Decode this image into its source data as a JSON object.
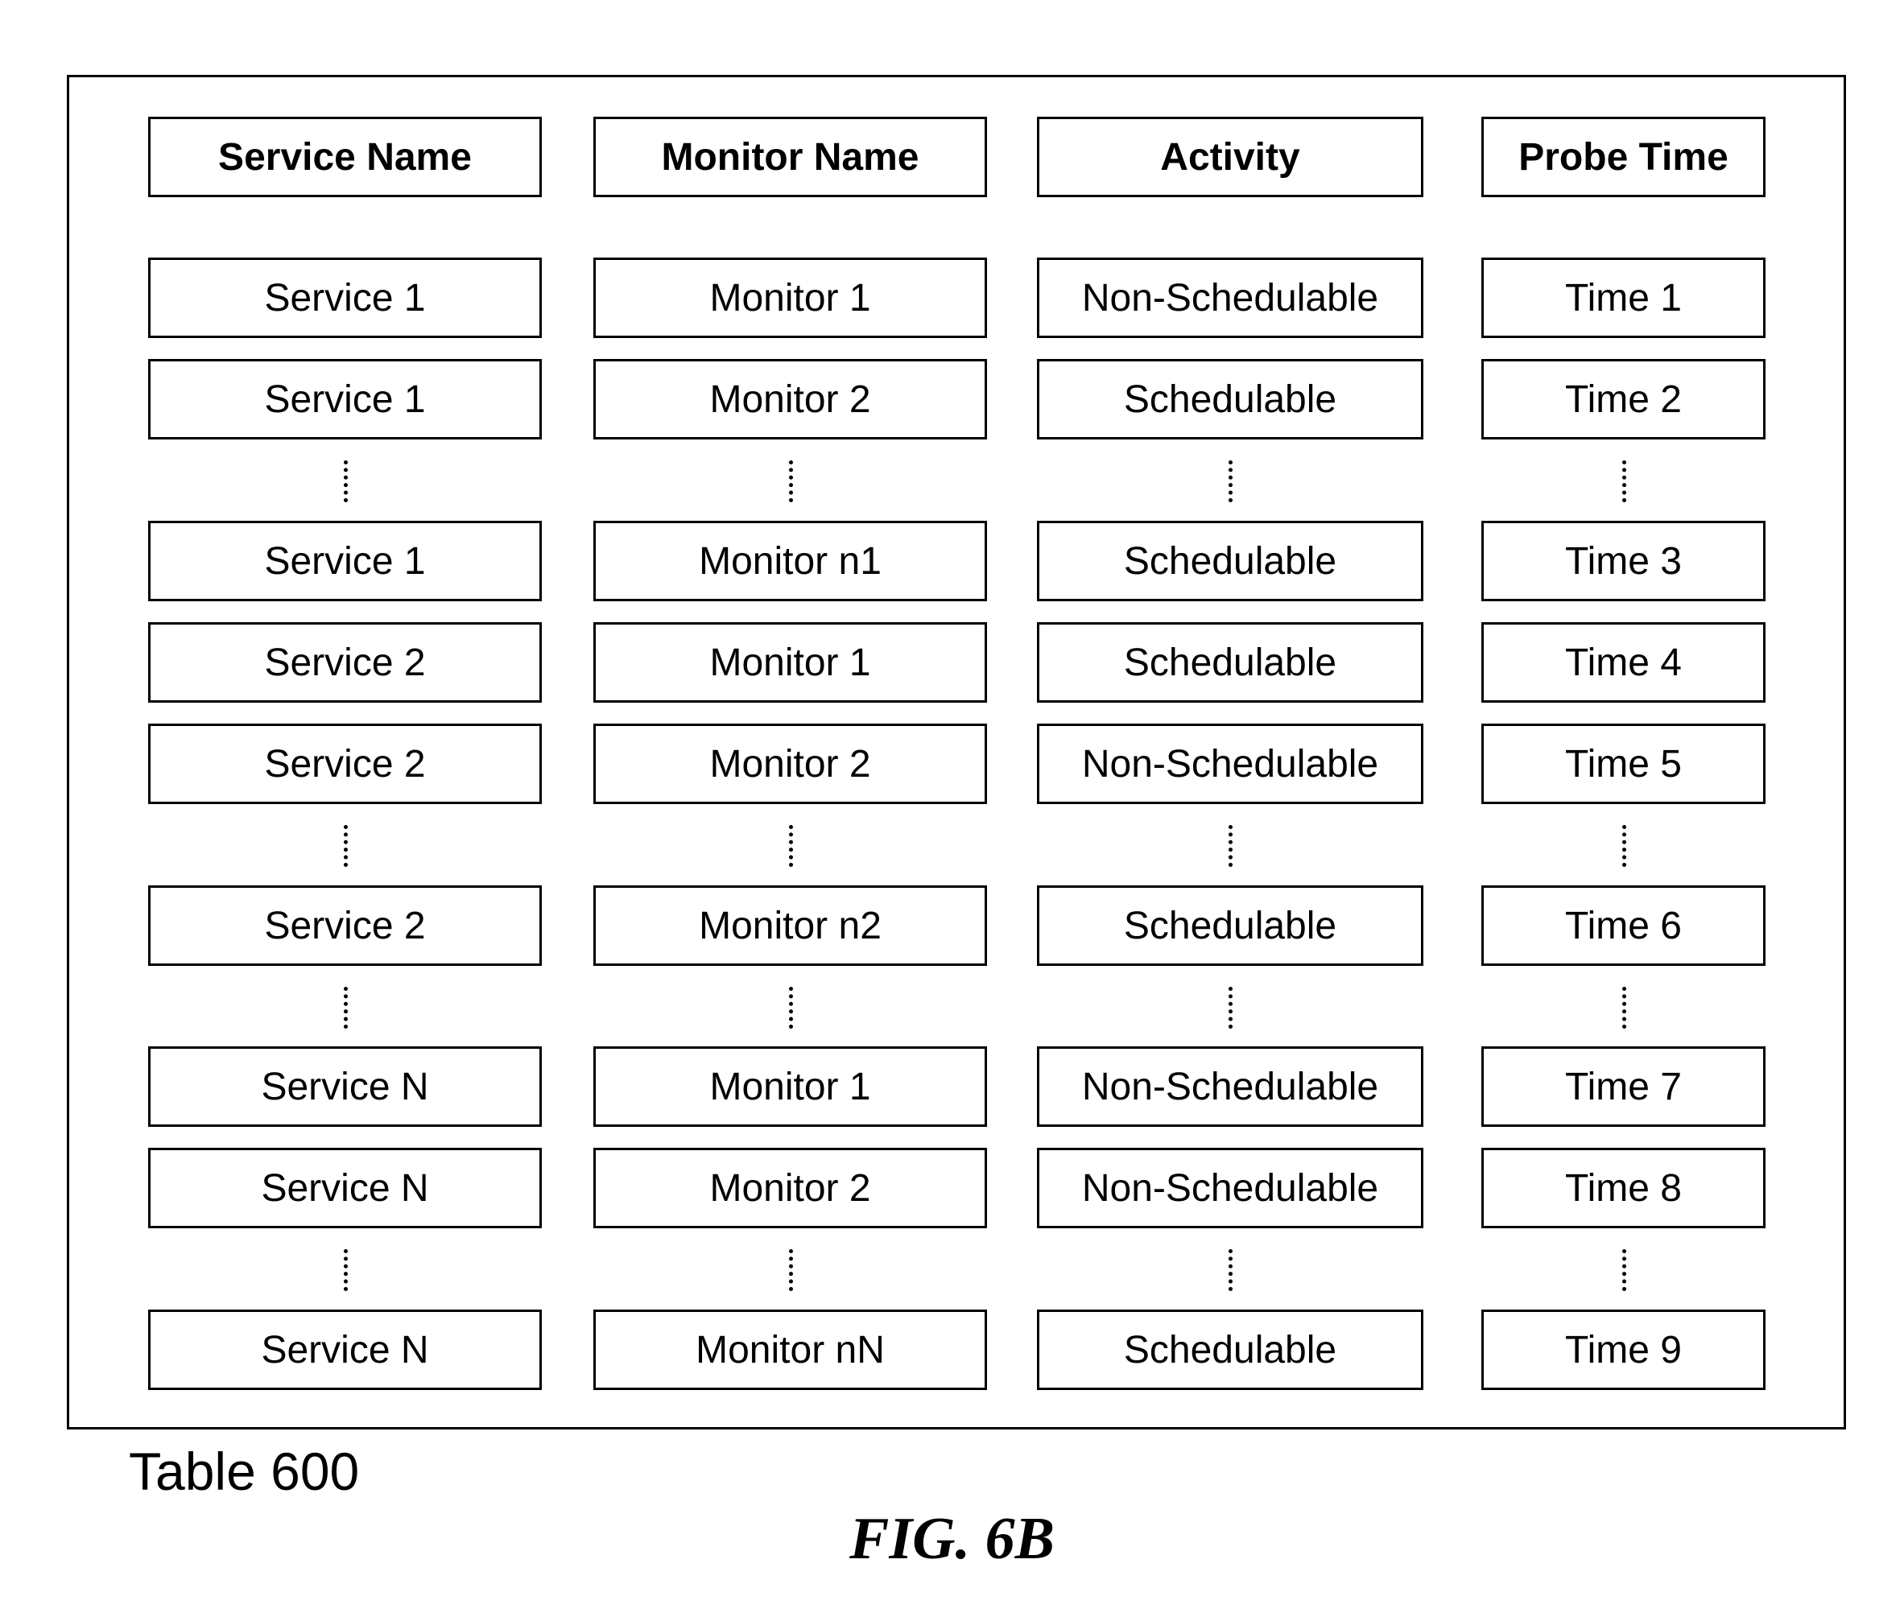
{
  "table": {
    "headers": [
      "Service Name",
      "Monitor Name",
      "Activity",
      "Probe Time"
    ],
    "rows": [
      [
        "Service 1",
        "Monitor 1",
        "Non-Schedulable",
        "Time 1"
      ],
      [
        "Service 1",
        "Monitor 2",
        "Schedulable",
        "Time 2"
      ],
      [
        "Service 1",
        "Monitor n1",
        "Schedulable",
        "Time 3"
      ],
      [
        "Service 2",
        "Monitor 1",
        "Schedulable",
        "Time 4"
      ],
      [
        "Service 2",
        "Monitor 2",
        "Non-Schedulable",
        "Time 5"
      ],
      [
        "Service 2",
        "Monitor n2",
        "Schedulable",
        "Time 6"
      ],
      [
        "Service N",
        "Monitor 1",
        "Non-Schedulable",
        "Time 7"
      ],
      [
        "Service N",
        "Monitor 2",
        "Non-Schedulable",
        "Time 8"
      ],
      [
        "Service N",
        "Monitor nN",
        "Schedulable",
        "Time 9"
      ]
    ]
  },
  "caption": "Table 600",
  "figure_label": "FIG. 6B"
}
